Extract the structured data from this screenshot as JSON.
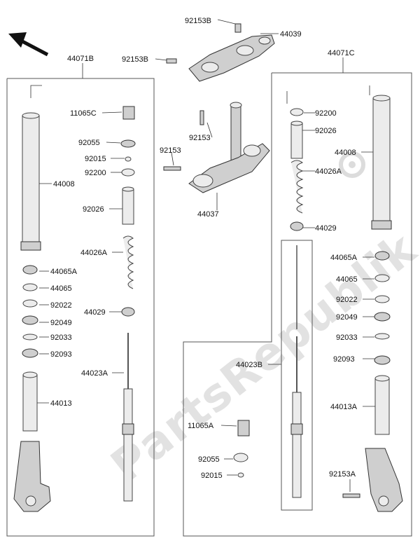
{
  "labels": {
    "top_92153b": "92153B",
    "top_44039": "44039",
    "top_92153b_left": "92153B",
    "asm_left": "44071B",
    "asm_right": "44071C",
    "l_11065c": "11065C",
    "l_92055": "92055",
    "l_92015": "92015",
    "l_92200": "92200",
    "l_44008": "44008",
    "l_92026": "92026",
    "l_44026a": "44026A",
    "l_44065a": "44065A",
    "l_44065": "44065",
    "l_92022": "92022",
    "l_92049": "92049",
    "l_92033": "92033",
    "l_92093": "92093",
    "l_44029": "44029",
    "l_44023a": "44023A",
    "l_44013": "44013",
    "m_92153_a": "92153",
    "m_92153_b": "92153",
    "m_44037": "44037",
    "r_92200": "92200",
    "r_92026": "92026",
    "r_44008": "44008",
    "r_44026a": "44026A",
    "r_44029": "44029",
    "r_44065a": "44065A",
    "r_44065": "44065",
    "r_92022": "92022",
    "r_92049": "92049",
    "r_92033": "92033",
    "r_44023b": "44023B",
    "r_92093": "92093",
    "r_11065a": "11065A",
    "r_44013a": "44013A",
    "r_92055": "92055",
    "r_92015": "92015",
    "r_92153a": "92153A"
  },
  "watermark": "PartsRepublik",
  "icons": [
    "front-direction-arrow-icon",
    "gear-watermark-icon"
  ],
  "colors": {
    "line": "#333333",
    "part_fill": "#cfcfcf",
    "watermark": "#d9d9d9"
  }
}
